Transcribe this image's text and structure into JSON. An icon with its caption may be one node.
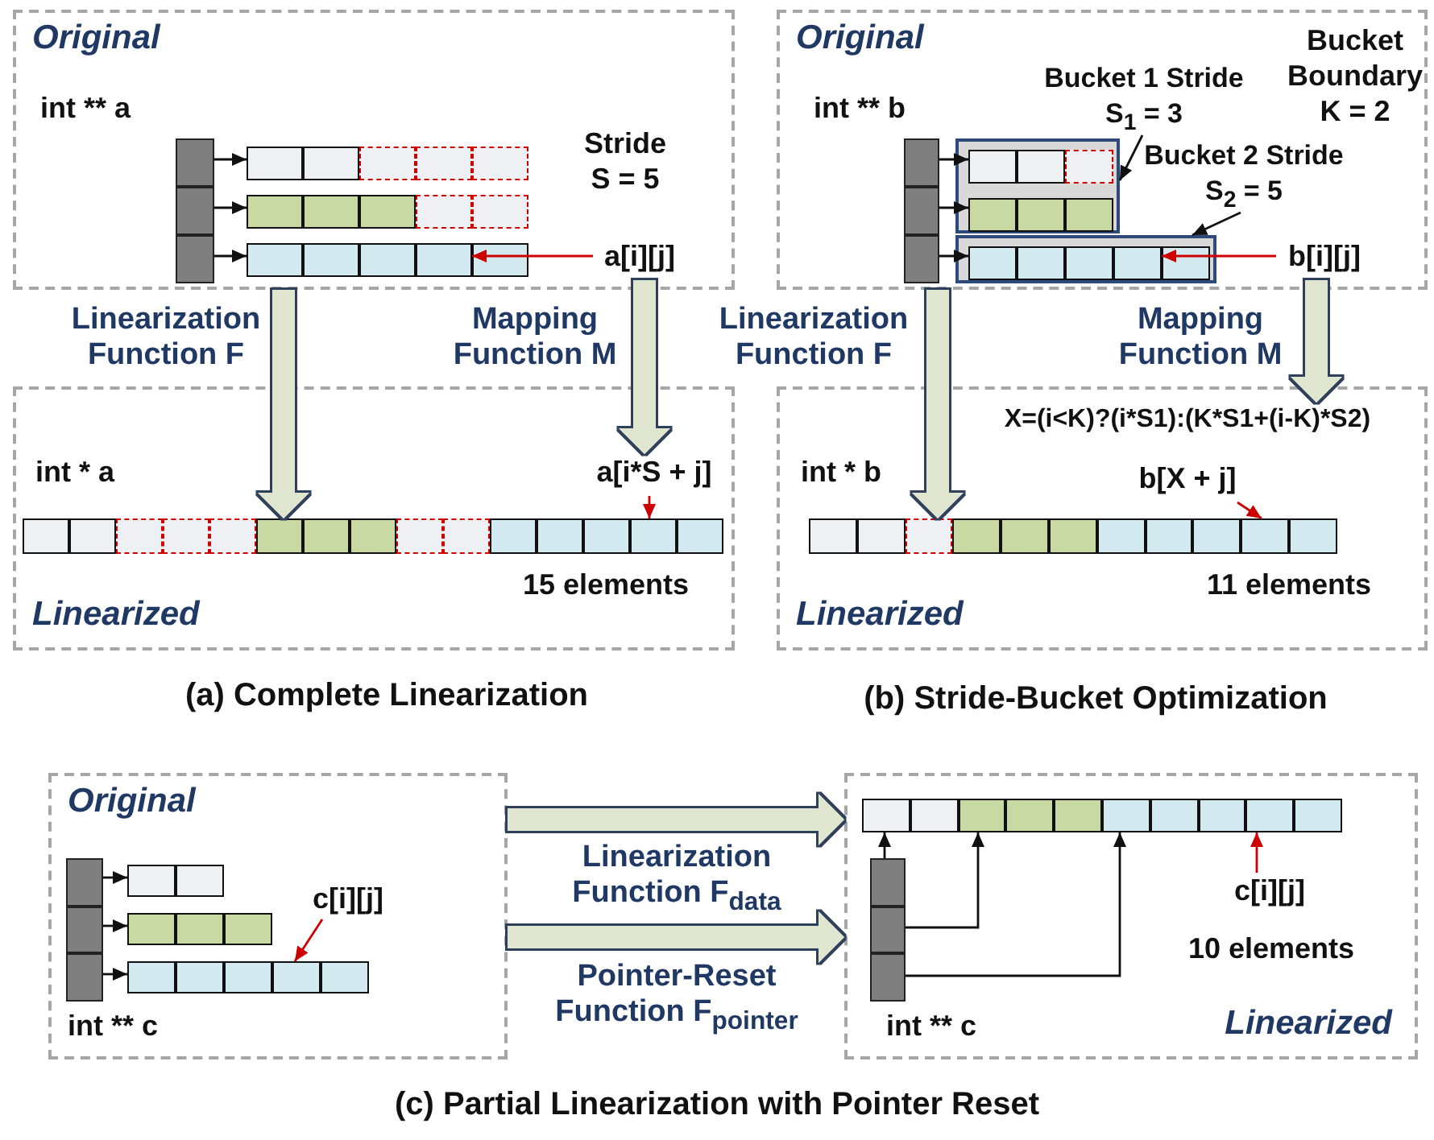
{
  "diagram": {
    "nodes": [
      {
        "text": [
          "Original"
        ]
      },
      {
        "text": [],
        "shape": "box",
        "in": 0
      },
      {
        "text": [],
        "shape": "box",
        "in": 0
      },
      {
        "text": [],
        "shape": "box",
        "in": 0
      },
      {
        "text": [],
        "shape": "box",
        "in": 0
      },
      {
        "text": [],
        "shape": "box",
        "in": 0
      },
      {
        "text": [],
        "shape": "box",
        "in": 0
      },
      {
        "text": [],
        "shape": "box",
        "in": 0
      },
      {
        "text": [],
        "shape": "box",
        "in": 0
      },
      {
        "text": [],
        "shape": "box",
        "in": 0
      },
      {
        "text": [],
        "shape": "box",
        "in": 0
      },
      {
        "text": [],
        "shape": "box",
        "in": 0
      },
      {
        "text": [],
        "shape": "box",
        "in": 0
      },
      {
        "text": [],
        "shape": "box",
        "in": 0
      },
      {
        "text": [],
        "shape": "box",
        "in": 0
      },
      {
        "text": [],
        "shape": "box",
        "in": 0
      },
      {
        "text": [],
        "shape": "box",
        "in": 0
      },
      {
        "text": [],
        "shape": "box",
        "in": 0
      },
      {
        "text": [],
        "shape": "box",
        "in": 0
      },
      {
        "text": [
          "a[i][j]"
        ],
        "in": 0
      },
      {
        "text": [
          "Linearized"
        ]
      },
      {
        "text": [],
        "shape": "box",
        "in": 20
      },
      {
        "text": [],
        "shape": "box",
        "in": 20
      },
      {
        "text": [],
        "shape": "box",
        "in": 20
      },
      {
        "text": [],
        "shape": "box",
        "in": 20
      },
      {
        "text": [],
        "shape": "box",
        "in": 20
      },
      {
        "text": [],
        "shape": "box",
        "in": 20
      },
      {
        "text": [],
        "shape": "box",
        "in": 20
      },
      {
        "text": [],
        "shape": "box",
        "in": 20
      },
      {
        "text": [],
        "shape": "box",
        "in": 20
      },
      {
        "text": [],
        "shape": "box",
        "in": 20
      },
      {
        "text": [],
        "shape": "box",
        "in": 20
      },
      {
        "text": [],
        "shape": "box",
        "in": 20
      },
      {
        "text": [],
        "shape": "box",
        "in": 20
      },
      {
        "text": [],
        "shape": "box",
        "in": 20
      },
      {
        "text": [],
        "shape": "box",
        "in": 20
      },
      {
        "text": [
          "a[i*S + j]"
        ],
        "in": 20
      },
      {
        "text": [
          "Original"
        ]
      },
      {
        "text": [],
        "shape": "box",
        "in": 37
      },
      {
        "text": [],
        "shape": "box",
        "in": 37
      },
      {
        "text": [],
        "shape": "box",
        "in": 37
      },
      {
        "text": [],
        "shape": "box",
        "in": 37
      },
      {
        "text": [],
        "shape": "box",
        "in": 41
      },
      {
        "text": [],
        "shape": "box",
        "in": 41
      },
      {
        "text": [],
        "shape": "box",
        "in": 41
      },
      {
        "text": [],
        "shape": "box",
        "in": 41
      },
      {
        "text": [],
        "shape": "box",
        "in": 41
      },
      {
        "text": [],
        "shape": "box",
        "in": 41
      },
      {
        "text": [],
        "shape": "box",
        "in": 37
      },
      {
        "text": [],
        "shape": "box",
        "in": 48
      },
      {
        "text": [],
        "shape": "box",
        "in": 48
      },
      {
        "text": [],
        "shape": "box",
        "in": 48
      },
      {
        "text": [],
        "shape": "box",
        "in": 48
      },
      {
        "text": [],
        "shape": "box",
        "in": 48
      },
      {
        "text": [
          "b[i][j]"
        ],
        "in": 37
      },
      {
        "text": [
          "Bucket 1 Stride S$_{1}$ = 3"
        ],
        "in": 37
      },
      {
        "text": [
          "Bucket 2 Stride S$_{2}$ = 5"
        ],
        "in": 37
      },
      {
        "text": [
          "Linearized"
        ]
      },
      {
        "text": [
          "X=(i<K)?(i*S1):(K*S1+(i-K)*S2)"
        ],
        "in": 57
      },
      {
        "text": [],
        "shape": "box",
        "in": 57
      },
      {
        "text": [],
        "shape": "box",
        "in": 57
      },
      {
        "text": [],
        "shape": "box",
        "in": 57
      },
      {
        "text": [],
        "shape": "box",
        "in": 57
      },
      {
        "text": [],
        "shape": "box",
        "in": 57
      },
      {
        "text": [],
        "shape": "box",
        "in": 57
      },
      {
        "text": [],
        "shape": "box",
        "in": 57
      },
      {
        "text": [],
        "shape": "box",
        "in": 57
      },
      {
        "text": [],
        "shape": "box",
        "in": 57
      },
      {
        "text": [],
        "shape": "box",
        "in": 57
      },
      {
        "text": [],
        "shape": "box",
        "in": 57
      },
      {
        "text": [
          "b[X + j]"
        ],
        "in": 57
      },
      {
        "text": [
          "Original"
        ]
      },
      {
        "text": [],
        "shape": "box",
        "in": 71
      },
      {
        "text": [],
        "shape": "box",
        "in": 71
      },
      {
        "text": [],
        "shape": "box",
        "in": 71
      },
      {
        "text": [],
        "shape": "box",
        "in": 71
      },
      {
        "text": [],
        "shape": "box",
        "in": 71
      },
      {
        "text": [],
        "shape": "box",
        "in": 71
      },
      {
        "text": [],
        "shape": "box",
        "in": 71
      },
      {
        "text": [],
        "shape": "box",
        "in": 71
      },
      {
        "text": [],
        "shape": "box",
        "in": 71
      },
      {
        "text": [],
        "shape": "box",
        "in": 71
      },
      {
        "text": [],
        "shape": "box",
        "in": 71
      },
      {
        "text": [],
        "shape": "box",
        "in": 71
      },
      {
        "text": [],
        "shape": "box",
        "in": 71
      },
      {
        "text": [
          "c[i][j]"
        ],
        "in": 71
      },
      {
        "text": [
          "Linearized"
        ]
      },
      {
        "text": [],
        "shape": "box",
        "in": 86
      },
      {
        "text": [],
        "shape": "box",
        "in": 86
      },
      {
        "text": [],
        "shape": "box",
        "in": 86
      },
      {
        "text": [],
        "shape": "box",
        "in": 86
      },
      {
        "text": [],
        "shape": "box",
        "in": 86
      },
      {
        "text": [],
        "shape": "box",
        "in": 86
      },
      {
        "text": [],
        "shape": "box",
        "in": 86
      },
      {
        "text": [],
        "shape": "box",
        "in": 86
      },
      {
        "text": [],
        "shape": "box",
        "in": 86
      },
      {
        "text": [],
        "shape": "box",
        "in": 86
      },
      {
        "text": [],
        "shape": "box",
        "in": 86
      },
      {
        "text": [],
        "shape": "box",
        "in": 86
      },
      {
        "text": [],
        "shape": "box",
        "in": 86
      },
      {
        "text": [
          "c[i][j]"
        ],
        "in": 86
      }
    ],
    "edges": [
      {
        "from": 1,
        "to": 4,
        "arrow": "to"
      },
      {
        "from": 2,
        "to": 9,
        "arrow": "to"
      },
      {
        "from": 3,
        "to": 14,
        "arrow": "to"
      },
      {
        "from": 19,
        "to": 17,
        "arrow": "to",
        "color": "#cc0000"
      },
      {
        "from": 0,
        "to": 26,
        "arrow": "to",
        "label": "Linearization Function F",
        "style": "thick",
        "color": "#dfe5cf"
      },
      {
        "from": 19,
        "to": 36,
        "arrow": "to",
        "label": "Mapping Function M",
        "style": "thick",
        "color": "#dfe5cf"
      },
      {
        "from": 36,
        "to": 34,
        "arrow": "to",
        "color": "#cc0000"
      },
      {
        "from": 38,
        "to": 42,
        "arrow": "to"
      },
      {
        "from": 39,
        "to": 45,
        "arrow": "to"
      },
      {
        "from": 40,
        "to": 49,
        "arrow": "to"
      },
      {
        "from": 54,
        "to": 52,
        "arrow": "to",
        "color": "#cc0000"
      },
      {
        "from": 55,
        "to": 41,
        "arrow": "to"
      },
      {
        "from": 56,
        "to": 48,
        "arrow": "to"
      },
      {
        "from": 37,
        "to": 61,
        "arrow": "to",
        "label": "Linearization Function F",
        "style": "thick",
        "color": "#dfe5cf"
      },
      {
        "from": 54,
        "to": 58,
        "arrow": "to",
        "label": "Mapping Function M",
        "style": "thick",
        "color": "#dfe5cf"
      },
      {
        "from": 70,
        "to": 68,
        "arrow": "to",
        "color": "#cc0000"
      },
      {
        "from": 72,
        "to": 75,
        "arrow": "to"
      },
      {
        "from": 73,
        "to": 77,
        "arrow": "to"
      },
      {
        "from": 74,
        "to": 80,
        "arrow": "to"
      },
      {
        "from": 85,
        "to": 83,
        "arrow": "to",
        "color": "#cc0000"
      },
      {
        "from": 71,
        "to": 86,
        "arrow": "to",
        "label": "Linearization Function F$_{data}$",
        "style": "thick",
        "color": "#dfe5cf"
      },
      {
        "from": 71,
        "to": 86,
        "arrow": "to",
        "label": "Pointer-Reset Function F$_{pointer}$",
        "style": "thick",
        "color": "#dfe5cf"
      },
      {
        "from": 97,
        "to": 87,
        "arrow": "to"
      },
      {
        "from": 98,
        "to": 89,
        "arrow": "to"
      },
      {
        "from": 99,
        "to": 92,
        "arrow": "to"
      },
      {
        "from": 100,
        "to": 95,
        "arrow": "to",
        "color": "#cc0000"
      }
    ],
    "labels": [
      "int ** a",
      "Stride S = 5",
      "int * a",
      "15 elements",
      "int ** b",
      "Bucket Boundary K = 2",
      "int * b",
      "11 elements",
      "(a) Complete Linearization",
      "(b) Stride-Bucket Optimization",
      "int ** c",
      "10 elements",
      "int ** c",
      "(c) Partial Linearization with Pointer Reset"
    ]
  }
}
